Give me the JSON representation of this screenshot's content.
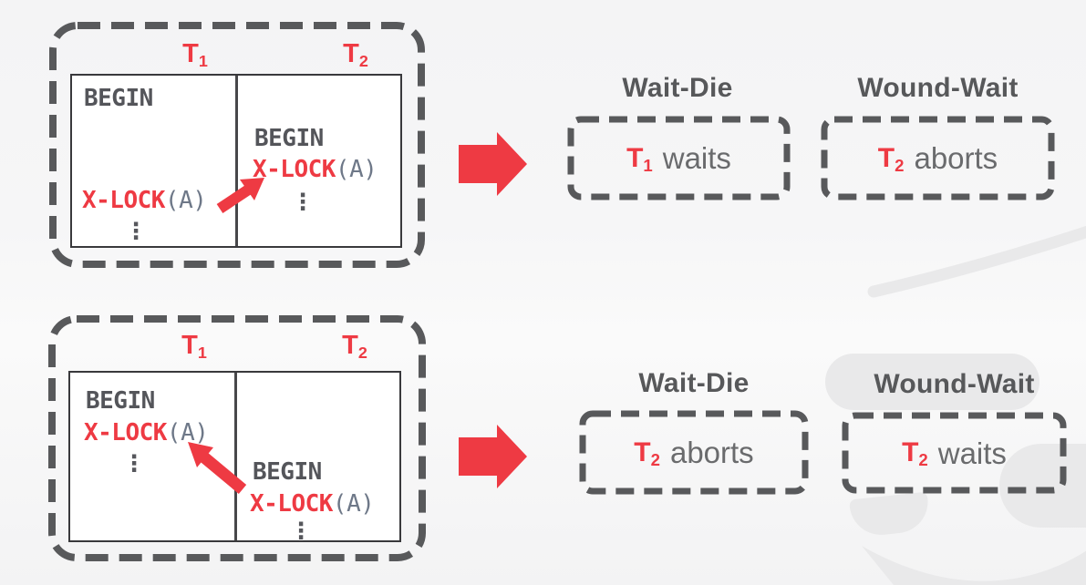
{
  "colors": {
    "accent_red": "#ee3a43",
    "dash_gray": "#58595b",
    "code_gray": "#54555a",
    "code_arg_gray": "#6e7888",
    "heading_gray": "#57585a",
    "action_gray": "#6a6b6d",
    "table_border": "#39393c",
    "watermark_gray": "#e9e9ea"
  },
  "scenarios": [
    {
      "t1_header": {
        "base": "T",
        "sub": "1"
      },
      "t2_header": {
        "base": "T",
        "sub": "2"
      },
      "t1_code": {
        "begin": "BEGIN",
        "lock_keyword": "X-LOCK",
        "lock_arg": "(A)",
        "ellipsis": "⋮"
      },
      "t2_code": {
        "begin": "BEGIN",
        "lock_keyword": "X-LOCK",
        "lock_arg": "(A)",
        "ellipsis": "⋮"
      },
      "outcomes": [
        {
          "policy": "Wait-Die",
          "tx_base": "T",
          "tx_sub": "1",
          "action": "waits"
        },
        {
          "policy": "Wound-Wait",
          "tx_base": "T",
          "tx_sub": "2",
          "action": "aborts"
        }
      ]
    },
    {
      "t1_header": {
        "base": "T",
        "sub": "1"
      },
      "t2_header": {
        "base": "T",
        "sub": "2"
      },
      "t1_code": {
        "begin": "BEGIN",
        "lock_keyword": "X-LOCK",
        "lock_arg": "(A)",
        "ellipsis": "⋮"
      },
      "t2_code": {
        "begin": "BEGIN",
        "lock_keyword": "X-LOCK",
        "lock_arg": "(A)",
        "ellipsis": "⋮"
      },
      "outcomes": [
        {
          "policy": "Wait-Die",
          "tx_base": "T",
          "tx_sub": "2",
          "action": "aborts"
        },
        {
          "policy": "Wound-Wait",
          "tx_base": "T",
          "tx_sub": "2",
          "action": "waits"
        }
      ]
    }
  ]
}
